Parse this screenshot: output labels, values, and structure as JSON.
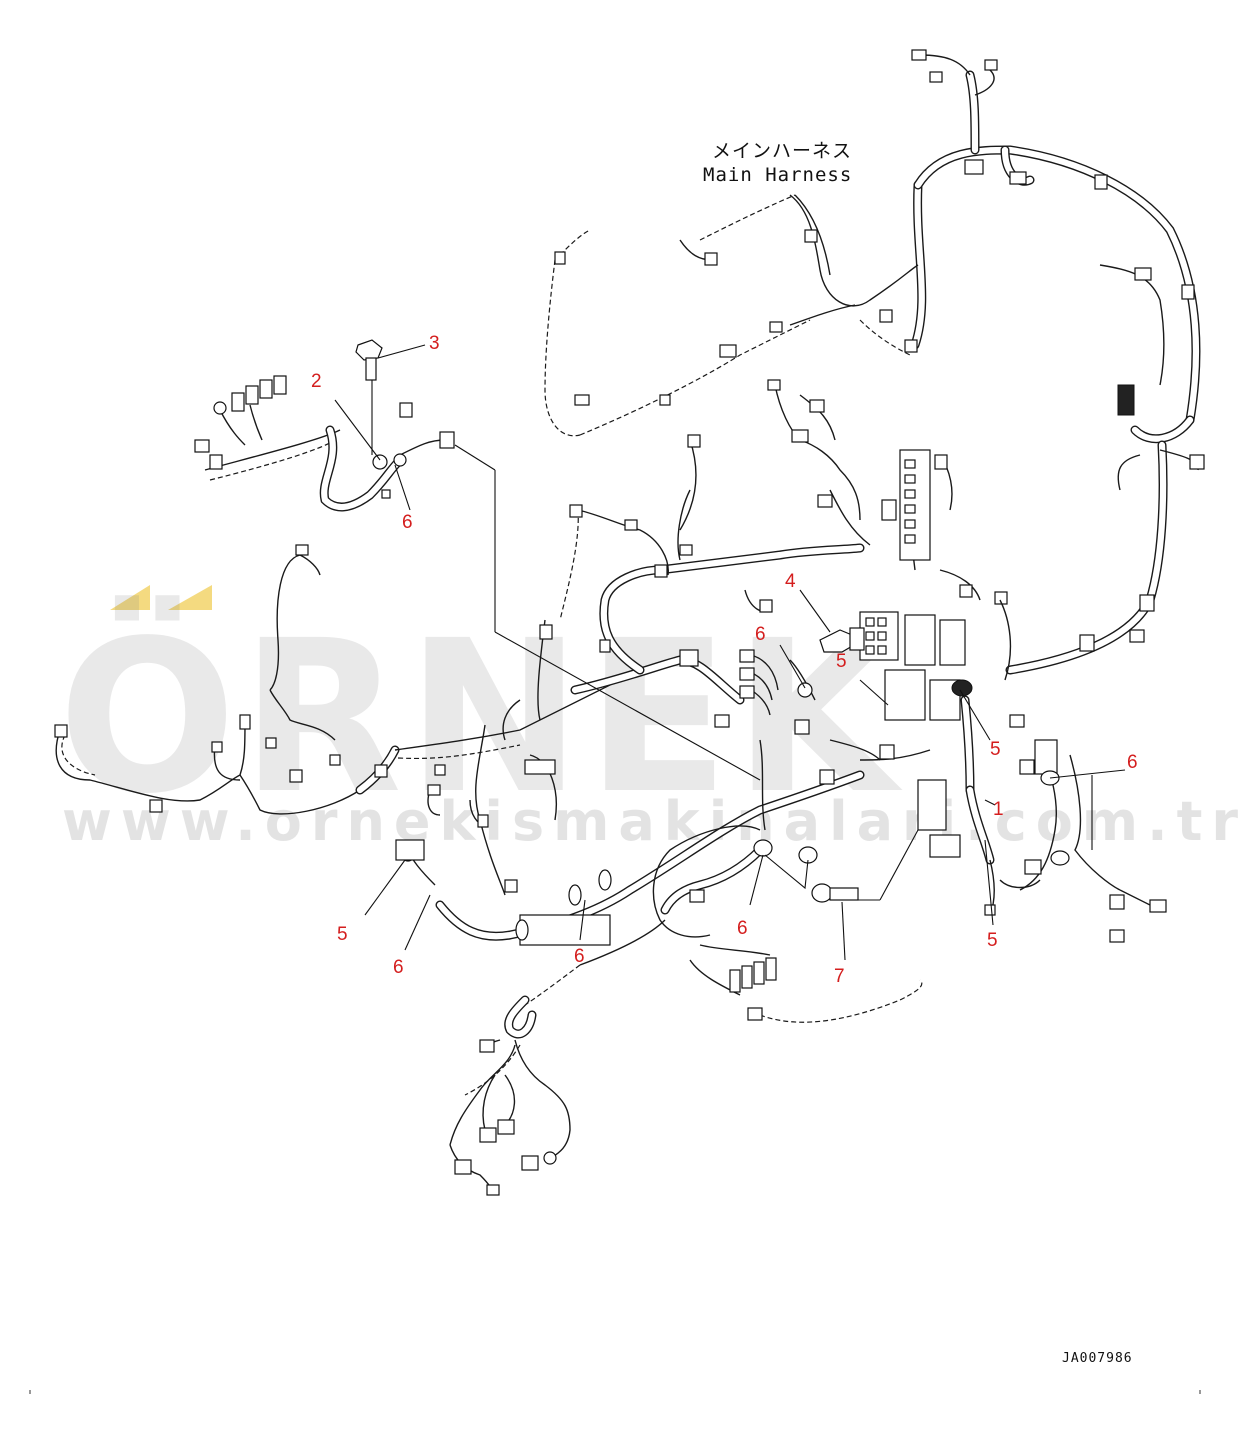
{
  "diagram": {
    "title_jp": "メインハーネス",
    "title_en": "Main Harness",
    "drawing_code": "JA007986",
    "callouts": [
      {
        "id": "c1",
        "label": "1"
      },
      {
        "id": "c2",
        "label": "2"
      },
      {
        "id": "c3",
        "label": "3"
      },
      {
        "id": "c4",
        "label": "4"
      },
      {
        "id": "c5a",
        "label": "5"
      },
      {
        "id": "c5b",
        "label": "5"
      },
      {
        "id": "c5c",
        "label": "5"
      },
      {
        "id": "c5d",
        "label": "5"
      },
      {
        "id": "c6a",
        "label": "6"
      },
      {
        "id": "c6b",
        "label": "6"
      },
      {
        "id": "c6c",
        "label": "6"
      },
      {
        "id": "c6d",
        "label": "6"
      },
      {
        "id": "c6e",
        "label": "6"
      },
      {
        "id": "c6f",
        "label": "6"
      },
      {
        "id": "c7",
        "label": "7"
      }
    ]
  },
  "watermark": {
    "brand": "ÖRNEK",
    "url": "www.ornekismakinalari.com.tr",
    "accent_color": "#f0d060",
    "text_color": "#7a7a7a"
  },
  "colors": {
    "line": "#1a1a1a",
    "callout": "#d41e1e",
    "background": "#ffffff"
  }
}
